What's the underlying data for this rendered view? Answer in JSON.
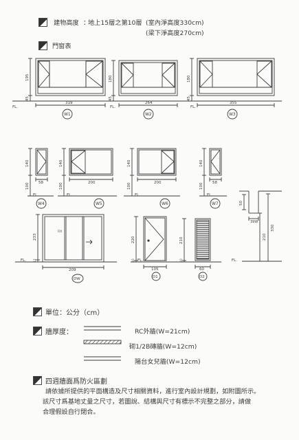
{
  "header": {
    "bldg_label": "建物高度",
    "bldg_sep": "：",
    "bldg_value": "地上15層之第10層",
    "bldg_note1": "(室內淨高度330cm)",
    "bldg_note2": "(梁下淨高度270cm)",
    "windows_title": "門窗表"
  },
  "fl": "FL.",
  "windows": {
    "W1": {
      "tag": "W1",
      "width": "319",
      "h_top": "195",
      "h_bottom": "45"
    },
    "W2": {
      "tag": "W2",
      "width": "264",
      "h_top": "180",
      "h_bottom": "45"
    },
    "W3": {
      "tag": "W3",
      "width": "355",
      "h_top": "180",
      "h_bottom": "45"
    },
    "W4": {
      "tag": "W4",
      "width": "58",
      "h_top": "140",
      "h_bottom": "100"
    },
    "W5": {
      "tag": "W5",
      "width": "200",
      "h_top": "140",
      "h_bottom": "100"
    },
    "W6": {
      "tag": "W6",
      "width": "200",
      "h_top": "140",
      "h_bottom": "100"
    },
    "W7": {
      "tag": "W7",
      "width": "58",
      "h_top": "140",
      "h_bottom": "100"
    },
    "DW": {
      "tag": "DW",
      "width": "209",
      "h_top": "233",
      "h_bottom": "12"
    },
    "D1": {
      "tag": "D1",
      "width": "105",
      "h_top": "220",
      "h_bottom": "10"
    },
    "D2": {
      "tag": "D2",
      "width": "60",
      "h_top": "210",
      "h_bottom": "10"
    }
  },
  "section": {
    "d1": "50",
    "d2": "39W",
    "h_total": "330",
    "h_lower": "210"
  },
  "unit": {
    "label": "單位：公分（cm）"
  },
  "walls": {
    "label": "牆厚度：",
    "items": [
      {
        "text": "RC外牆(W=21cm)"
      },
      {
        "text": "砌1/2B磚牆(W=12cm)"
      },
      {
        "text": "陽台女兒牆(W=12cm)"
      }
    ]
  },
  "notes": {
    "title": "四週牆面爲防火區劃",
    "lines": [
      "請依據所提供的平面構造及尺寸相關資料，進行室內設計規劃，如附圖所示。",
      "該尺寸爲基地丈量之尺寸，若圖說、結構與尺寸有標示不完整之部分，請做",
      "合理假設自行閉合。"
    ]
  }
}
